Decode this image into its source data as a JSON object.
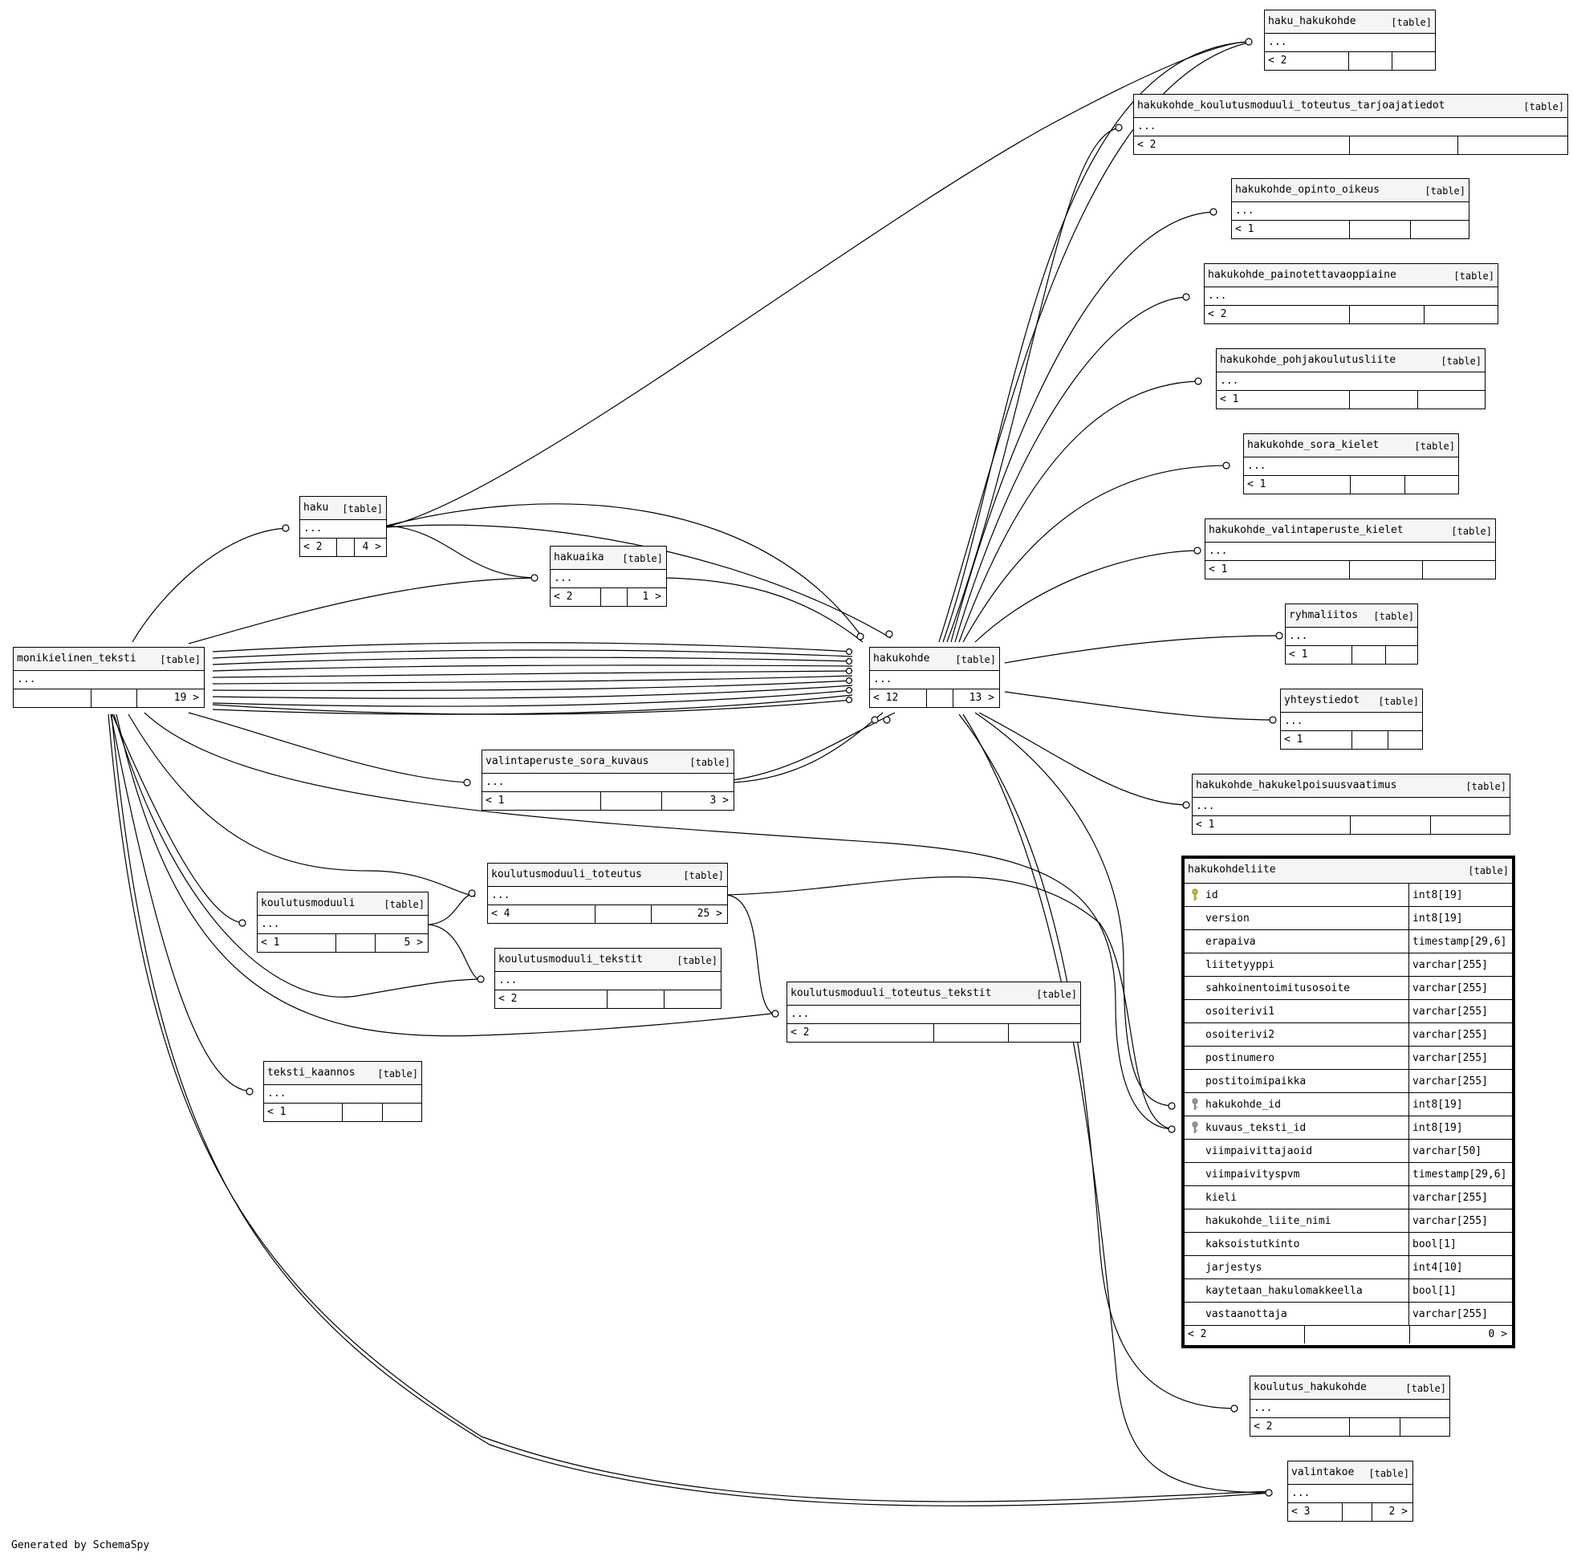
{
  "tables": [
    {
      "name": "haku_hakukohde",
      "type": "[table]",
      "rows": "...",
      "parents": "< 2",
      "children": ""
    },
    {
      "name": "hakukohde_koulutusmoduuli_toteutus_tarjoajatiedot",
      "type": "[table]",
      "rows": "...",
      "parents": "< 2",
      "children": ""
    },
    {
      "name": "hakukohde_opinto_oikeus",
      "type": "[table]",
      "rows": "...",
      "parents": "< 1",
      "children": ""
    },
    {
      "name": "hakukohde_painotettavaoppiaine",
      "type": "[table]",
      "rows": "...",
      "parents": "< 2",
      "children": ""
    },
    {
      "name": "hakukohde_pohjakoulutusliite",
      "type": "[table]",
      "rows": "...",
      "parents": "< 1",
      "children": ""
    },
    {
      "name": "hakukohde_sora_kielet",
      "type": "[table]",
      "rows": "...",
      "parents": "< 1",
      "children": ""
    },
    {
      "name": "hakukohde_valintaperuste_kielet",
      "type": "[table]",
      "rows": "...",
      "parents": "< 1",
      "children": ""
    },
    {
      "name": "ryhmaliitos",
      "type": "[table]",
      "rows": "...",
      "parents": "< 1",
      "children": ""
    },
    {
      "name": "yhteystiedot",
      "type": "[table]",
      "rows": "...",
      "parents": "< 1",
      "children": ""
    },
    {
      "name": "hakukohde_hakukelpoisuusvaatimus",
      "type": "[table]",
      "rows": "...",
      "parents": "< 1",
      "children": ""
    },
    {
      "name": "haku",
      "type": "[table]",
      "rows": "...",
      "parents": "< 2",
      "children": "4 >"
    },
    {
      "name": "hakuaika",
      "type": "[table]",
      "rows": "...",
      "parents": "< 2",
      "children": "1 >"
    },
    {
      "name": "monikielinen_teksti",
      "type": "[table]",
      "rows": "...",
      "parents": "",
      "children": "19 >"
    },
    {
      "name": "hakukohde",
      "type": "[table]",
      "rows": "...",
      "parents": "< 12",
      "children": "13 >"
    },
    {
      "name": "valintaperuste_sora_kuvaus",
      "type": "[table]",
      "rows": "...",
      "parents": "< 1",
      "children": "3 >"
    },
    {
      "name": "koulutusmoduuli_toteutus",
      "type": "[table]",
      "rows": "...",
      "parents": "< 4",
      "children": "25 >"
    },
    {
      "name": "koulutusmoduuli",
      "type": "[table]",
      "rows": "...",
      "parents": "< 1",
      "children": "5 >"
    },
    {
      "name": "koulutusmoduuli_tekstit",
      "type": "[table]",
      "rows": "...",
      "parents": "< 2",
      "children": ""
    },
    {
      "name": "koulutusmoduuli_toteutus_tekstit",
      "type": "[table]",
      "rows": "...",
      "parents": "< 2",
      "children": ""
    },
    {
      "name": "teksti_kaannos",
      "type": "[table]",
      "rows": "...",
      "parents": "< 1",
      "children": ""
    },
    {
      "name": "koulutus_hakukohde",
      "type": "[table]",
      "rows": "...",
      "parents": "< 2",
      "children": ""
    },
    {
      "name": "valintakoe",
      "type": "[table]",
      "rows": "...",
      "parents": "< 3",
      "children": "2 >"
    }
  ],
  "focus_table": {
    "name": "hakukohdeliite",
    "type": "[table]",
    "columns": [
      {
        "name": "id",
        "type": "int8[19]",
        "key": "primary"
      },
      {
        "name": "version",
        "type": "int8[19]",
        "key": ""
      },
      {
        "name": "erapaiva",
        "type": "timestamp[29,6]",
        "key": ""
      },
      {
        "name": "liitetyyppi",
        "type": "varchar[255]",
        "key": ""
      },
      {
        "name": "sahkoinentoimitusosoite",
        "type": "varchar[255]",
        "key": ""
      },
      {
        "name": "osoiterivi1",
        "type": "varchar[255]",
        "key": ""
      },
      {
        "name": "osoiterivi2",
        "type": "varchar[255]",
        "key": ""
      },
      {
        "name": "postinumero",
        "type": "varchar[255]",
        "key": ""
      },
      {
        "name": "postitoimipaikka",
        "type": "varchar[255]",
        "key": ""
      },
      {
        "name": "hakukohde_id",
        "type": "int8[19]",
        "key": "foreign"
      },
      {
        "name": "kuvaus_teksti_id",
        "type": "int8[19]",
        "key": "foreign"
      },
      {
        "name": "viimpaivittajaoid",
        "type": "varchar[50]",
        "key": ""
      },
      {
        "name": "viimpaivityspvm",
        "type": "timestamp[29,6]",
        "key": ""
      },
      {
        "name": "kieli",
        "type": "varchar[255]",
        "key": ""
      },
      {
        "name": "hakukohde_liite_nimi",
        "type": "varchar[255]",
        "key": ""
      },
      {
        "name": "kaksoistutkinto",
        "type": "bool[1]",
        "key": ""
      },
      {
        "name": "jarjestys",
        "type": "int4[10]",
        "key": ""
      },
      {
        "name": "kaytetaan_hakulomakkeella",
        "type": "bool[1]",
        "key": ""
      },
      {
        "name": "vastaanottaja",
        "type": "varchar[255]",
        "key": ""
      }
    ],
    "parents": "< 2",
    "children": "0 >"
  },
  "key_colors": {
    "primary": "#d4c000",
    "foreign": "#999999"
  },
  "credit": "Generated by SchemaSpy"
}
